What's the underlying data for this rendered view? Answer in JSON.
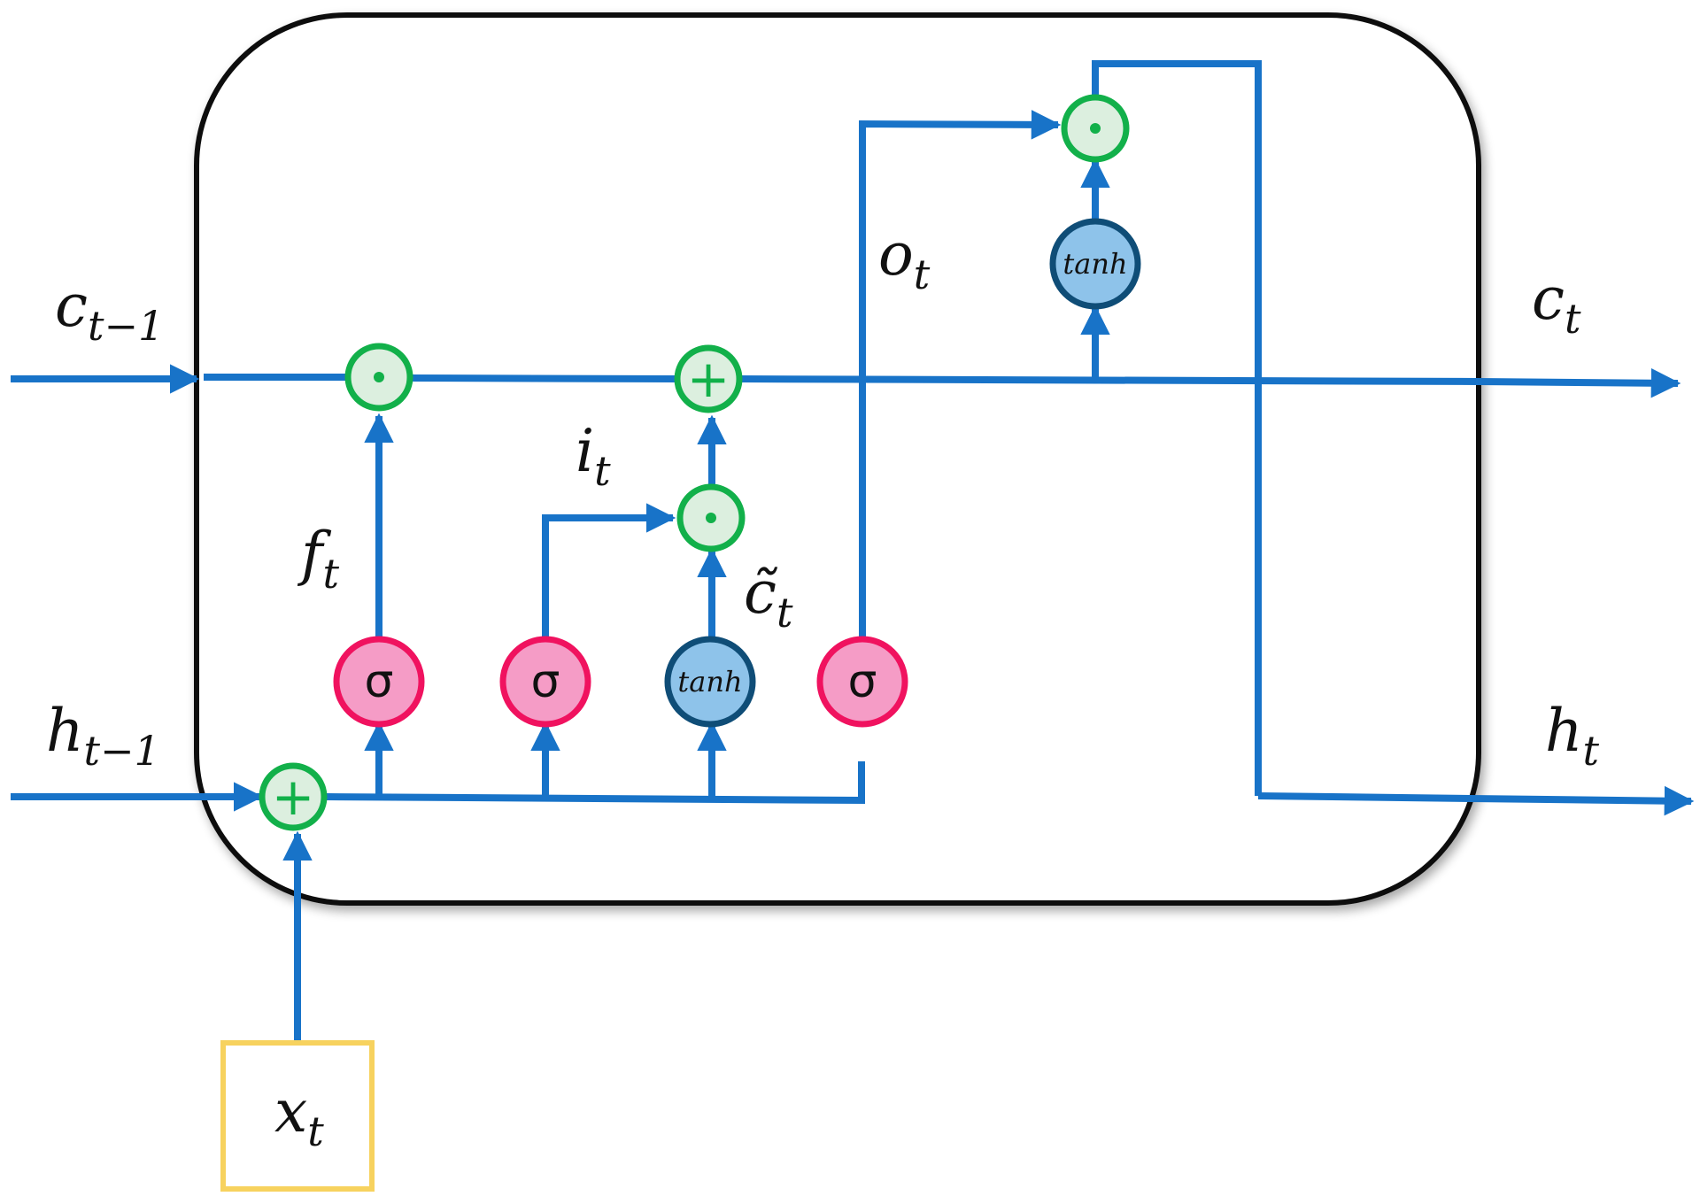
{
  "diagram": {
    "labels": {
      "c_prev": {
        "main": "c",
        "sub": "t−1"
      },
      "h_prev": {
        "main": "h",
        "sub": "t−1"
      },
      "c_out": {
        "main": "c",
        "sub": "t"
      },
      "h_out": {
        "main": "h",
        "sub": "t"
      },
      "forget": {
        "main": "f",
        "sub": "t"
      },
      "input": {
        "main": "i",
        "sub": "t"
      },
      "candidate": {
        "main": "c̃",
        "sub": "t"
      },
      "output": {
        "main": "o",
        "sub": "t"
      },
      "x_in": {
        "main": "x",
        "sub": "t"
      }
    },
    "symbols": {
      "sigma": "σ",
      "tanh": "tanh",
      "plus": "+",
      "dot": "•"
    },
    "colors": {
      "wire": "#1873c8",
      "cell_border": "#111111",
      "op_ring": "#12b04a",
      "op_fill": "#dcefdf",
      "sigmoid_ring": "#f0125f",
      "sigmoid_fill": "#f59cc6",
      "tanh_ring": "#0f4d77",
      "tanh_fill": "#8ec3ea",
      "input_box": "#f7d25e"
    }
  }
}
